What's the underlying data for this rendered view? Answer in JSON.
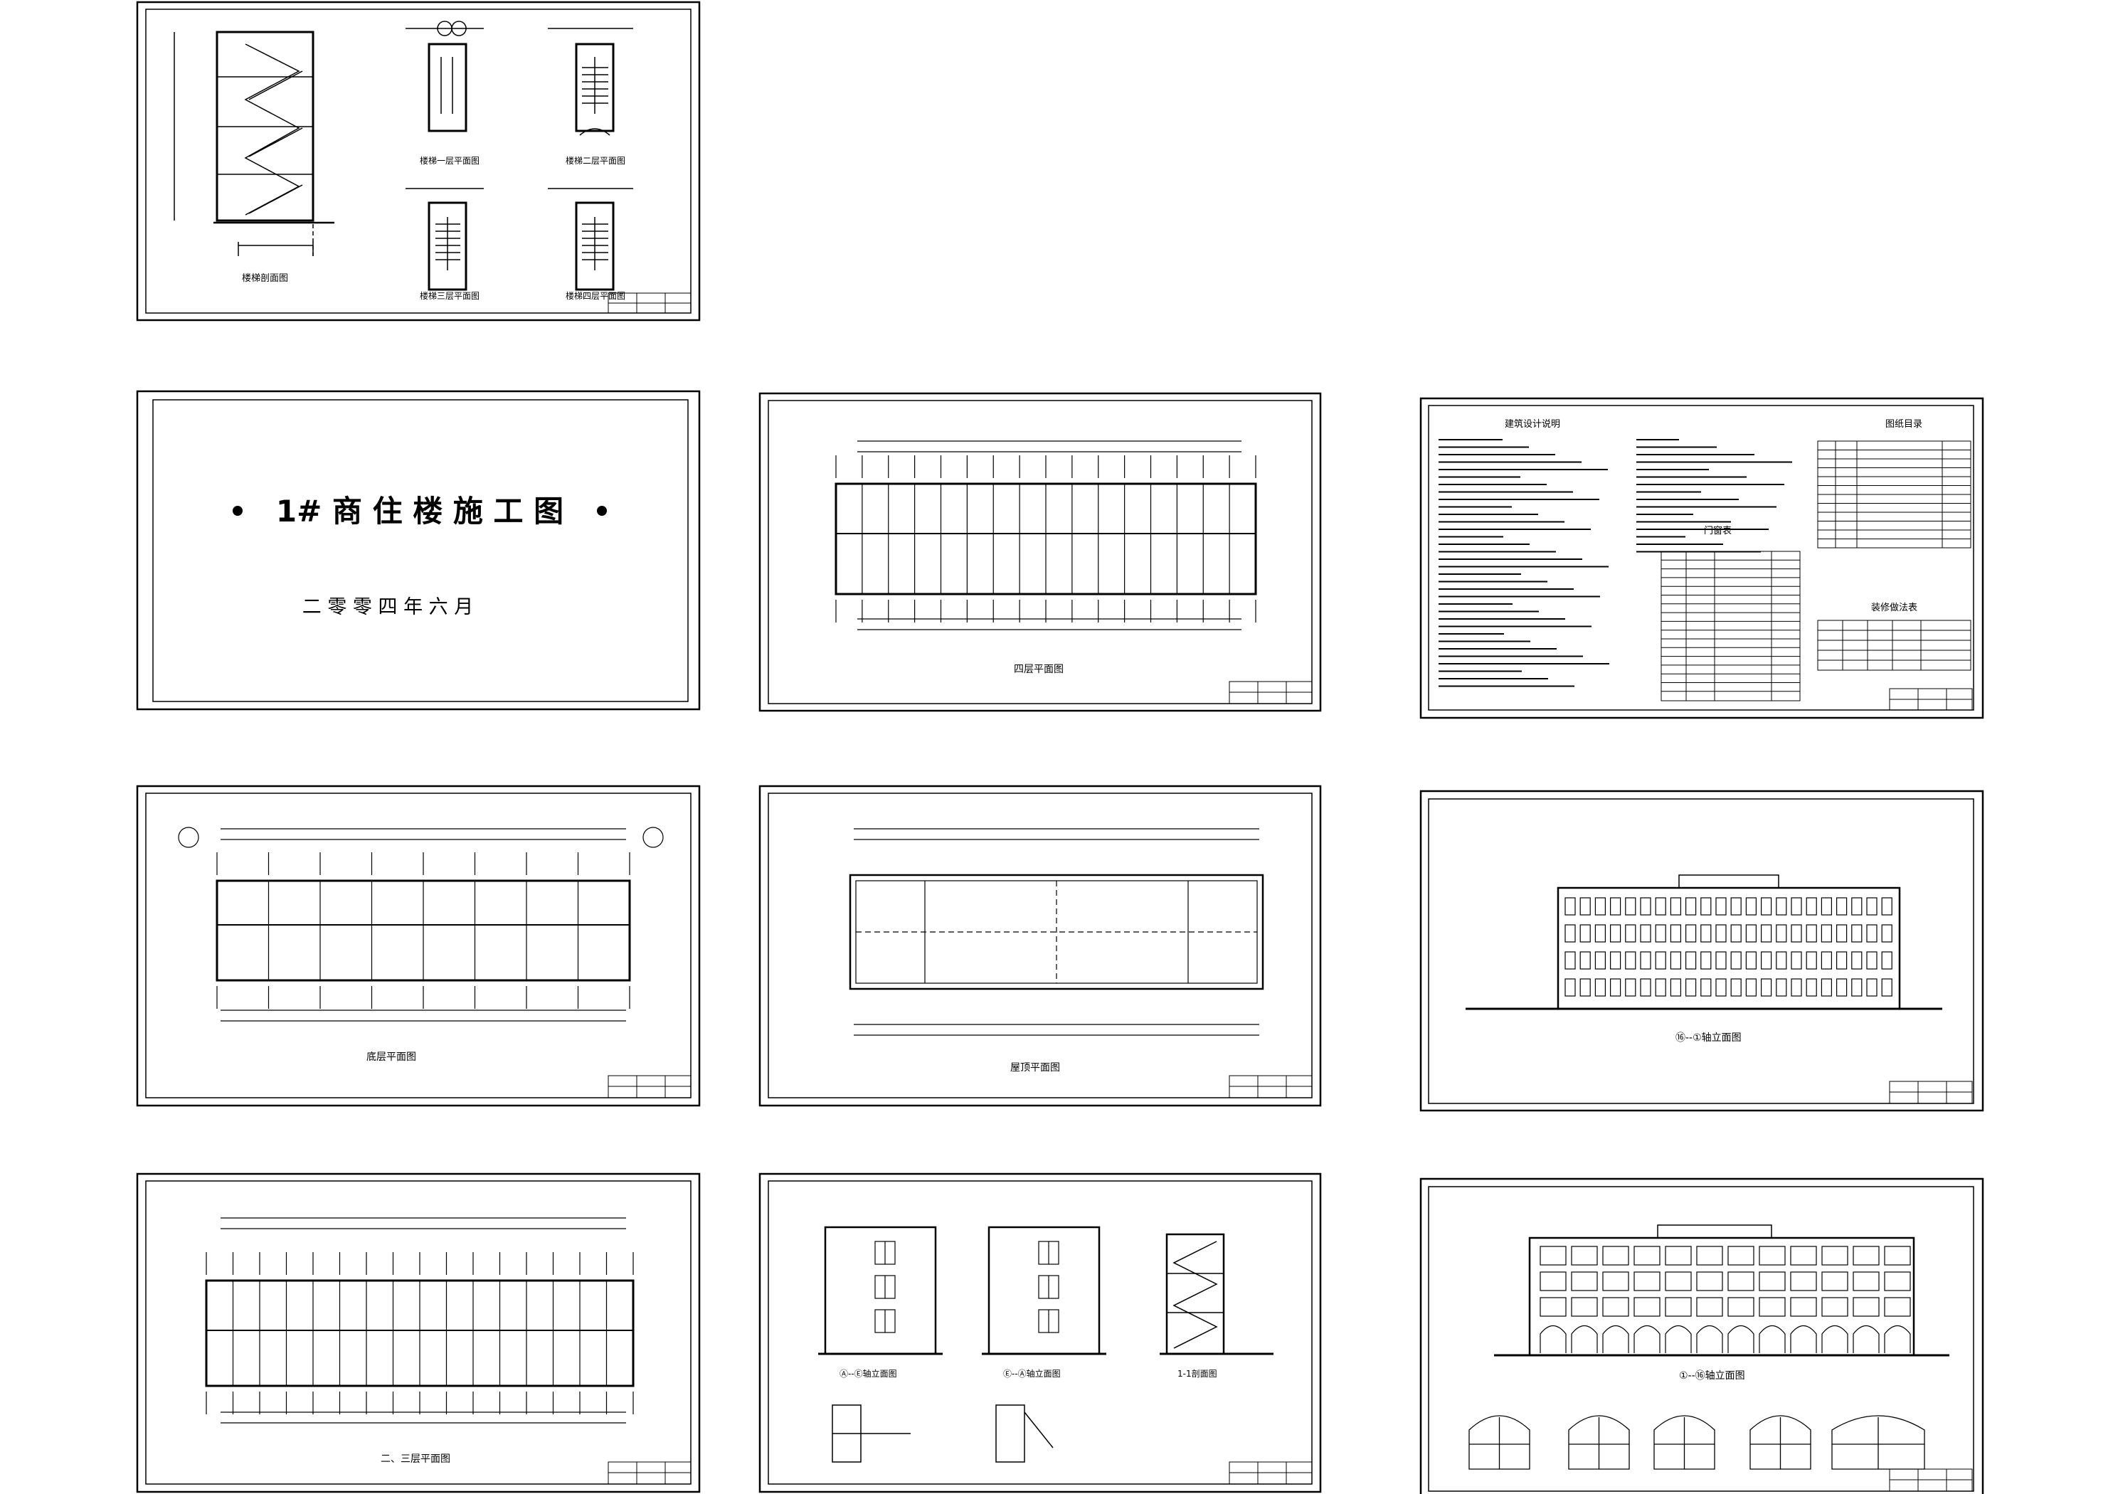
{
  "cover": {
    "title": "1# 商 住 楼 施 工 图",
    "date": "二 零 零 四 年 六 月"
  },
  "sheets": {
    "stair": {
      "section_caption": "楼梯剖面图",
      "plan1_caption": "楼梯一层平面图",
      "plan2_caption": "楼梯二层平面图",
      "plan3_caption": "楼梯三层平面图",
      "plan4_caption": "楼梯四层平面图"
    },
    "fourth_floor": {
      "caption": "四层平面图"
    },
    "notes": {
      "notes_title": "建筑设计说明",
      "index_title": "图纸目录",
      "door_table_title": "门窗表",
      "finish_table_title": "装修做法表"
    },
    "ground_floor": {
      "caption": "底层平面图"
    },
    "roof": {
      "caption": "屋顶平面图"
    },
    "rear_elevation": {
      "caption": "⑯--①轴立面图"
    },
    "second_third_floor": {
      "caption": "二、三层平面图"
    },
    "side_elevations": {
      "caption_a": "Ⓐ--Ⓔ轴立面图",
      "caption_b": "Ⓔ--Ⓐ轴立面图",
      "caption_section": "1-1剖面图"
    },
    "front_elevation": {
      "caption": "①--⑯轴立面图"
    }
  }
}
